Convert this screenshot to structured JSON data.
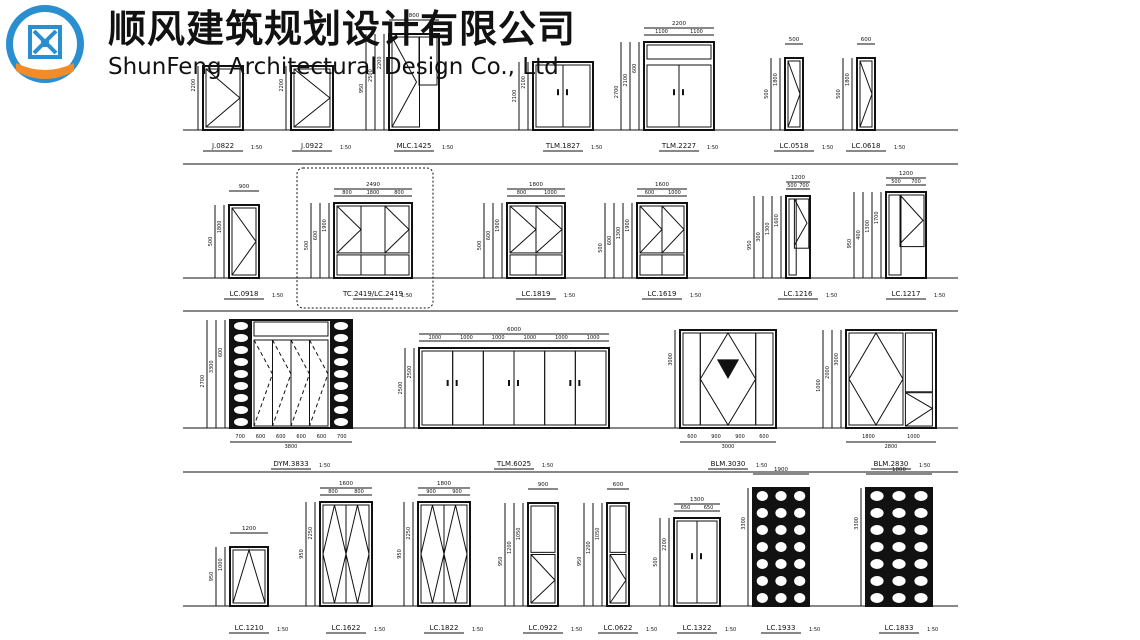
{
  "header": {
    "company_cn": "顺风建筑规划设计有限公司",
    "company_en": "ShunFeng Architectural Design Co., Ltd",
    "brand_color": "#2a8fd0",
    "accent_color": "#f28c28"
  },
  "scale": "1:50",
  "rows": [
    {
      "items": [
        {
          "name": "J.0822",
          "kind": "door-single",
          "dims_top": [],
          "dims_left": [
            "2200"
          ],
          "variant": "x"
        },
        {
          "name": "J.0922",
          "kind": "door-single",
          "dims_top": [],
          "dims_left": [
            "2200"
          ],
          "variant": "x"
        },
        {
          "name": "MLC.1425",
          "kind": "door-window",
          "dims_top": [
            "800"
          ],
          "dims_left": [
            "2200",
            "2500",
            "950"
          ],
          "variant": "x"
        },
        {
          "name": "TLM.1827",
          "kind": "door-double",
          "dims_top": [],
          "dims_left": [
            "2100",
            "2100"
          ],
          "variant": "handle"
        },
        {
          "name": "TLM.2227",
          "kind": "door-transom",
          "dims_top": [
            "2200",
            "1100",
            "1100"
          ],
          "dims_left": [
            "600",
            "2100",
            "2700"
          ],
          "variant": "handle"
        },
        {
          "name": "LC.0518",
          "kind": "window-narrow",
          "dims_top": [
            "500"
          ],
          "dims_left": [
            "1800",
            "500"
          ],
          "variant": "diamond"
        },
        {
          "name": "LC.0618",
          "kind": "window-narrow",
          "dims_top": [
            "600"
          ],
          "dims_left": [
            "1800",
            "500"
          ],
          "variant": "diamond"
        }
      ]
    },
    {
      "items": [
        {
          "name": "LC.0918",
          "kind": "window-single",
          "dims_top": [
            "900"
          ],
          "dims_left": [
            "1800",
            "500"
          ],
          "variant": "x"
        },
        {
          "name": "TC.2419/LC.2419",
          "kind": "window-3x2",
          "dims_top": [
            "2490",
            "800",
            "1800",
            "800"
          ],
          "dims_left": [
            "1900",
            "600",
            "500"
          ],
          "variant": "x"
        },
        {
          "name": "LC.1819",
          "kind": "window-2x2",
          "dims_top": [
            "1800",
            "800",
            "1000"
          ],
          "dims_left": [
            "1900",
            "600",
            "500"
          ],
          "variant": "x"
        },
        {
          "name": "LC.1619",
          "kind": "window-2x2",
          "dims_top": [
            "1600",
            "600",
            "1000"
          ],
          "dims_left": [
            "1900",
            "1300",
            "600",
            "500"
          ],
          "variant": "x"
        },
        {
          "name": "LC.1216",
          "kind": "window-small",
          "dims_top": [
            "1200",
            "500",
            "700"
          ],
          "dims_left": [
            "1600",
            "1300",
            "300",
            "950"
          ],
          "variant": "x"
        },
        {
          "name": "LC.1217",
          "kind": "window-small",
          "dims_top": [
            "1200",
            "500",
            "700"
          ],
          "dims_left": [
            "1700",
            "1300",
            "400",
            "950"
          ],
          "variant": "x"
        }
      ]
    },
    {
      "items": [
        {
          "name": "DYM.3833",
          "kind": "door-ornate",
          "dims_top": [],
          "dims_bottom": [
            "700",
            "600",
            "600",
            "600",
            "600",
            "700",
            "3800"
          ],
          "dims_left": [
            "600",
            "3300",
            "2700"
          ],
          "variant": "x"
        },
        {
          "name": "TLM.6025",
          "kind": "door-sliding6",
          "dims_top": [
            "6000",
            "1000",
            "1000",
            "1000",
            "1000",
            "1000",
            "1000"
          ],
          "dims_left": [
            "2500",
            "2500"
          ],
          "variant": "handle"
        },
        {
          "name": "BLM.3030",
          "kind": "door-diamond",
          "dims_top": [],
          "dims_bottom": [
            "600",
            "900",
            "900",
            "600",
            "3000"
          ],
          "dims_left": [
            "3000"
          ],
          "variant": "diamond"
        },
        {
          "name": "BLM.2830",
          "kind": "door-diamond2",
          "dims_top": [],
          "dims_bottom": [
            "1800",
            "1000",
            "2800"
          ],
          "dims_left": [
            "3000",
            "2000",
            "1000"
          ],
          "variant": "diamond"
        }
      ]
    },
    {
      "items": [
        {
          "name": "LC.1210",
          "kind": "window-tiny",
          "dims_top": [
            "1200"
          ],
          "dims_left": [
            "1000",
            "950"
          ],
          "variant": "x"
        },
        {
          "name": "LC.1622",
          "kind": "door-double-diamond",
          "dims_top": [
            "1600",
            "800",
            "800"
          ],
          "dims_left": [
            "2250",
            "950"
          ],
          "variant": "diamond"
        },
        {
          "name": "LC.1822",
          "kind": "door-double-diamond",
          "dims_top": [
            "1800",
            "900",
            "900"
          ],
          "dims_left": [
            "2250",
            "950"
          ],
          "variant": "diamond"
        },
        {
          "name": "LC.0922",
          "kind": "window-stack",
          "dims_top": [
            "900"
          ],
          "dims_left": [
            "1050",
            "1200",
            "950"
          ],
          "variant": "x"
        },
        {
          "name": "LC.0622",
          "kind": "window-stack",
          "dims_top": [
            "600"
          ],
          "dims_left": [
            "1050",
            "1200",
            "950"
          ],
          "variant": "x"
        },
        {
          "name": "LC.1322",
          "kind": "door-double-handle",
          "dims_top": [
            "1300",
            "650",
            "650"
          ],
          "dims_left": [
            "2200",
            "500"
          ],
          "variant": "handle"
        },
        {
          "name": "LC.1933",
          "kind": "door-ornate-panel",
          "dims_top": [
            "1900"
          ],
          "dims_left": [
            "3300"
          ],
          "variant": "ornate"
        },
        {
          "name": "LC.1833",
          "kind": "door-ornate-panel",
          "dims_top": [
            "1800"
          ],
          "dims_left": [
            "3300"
          ],
          "variant": "ornate"
        }
      ]
    }
  ]
}
